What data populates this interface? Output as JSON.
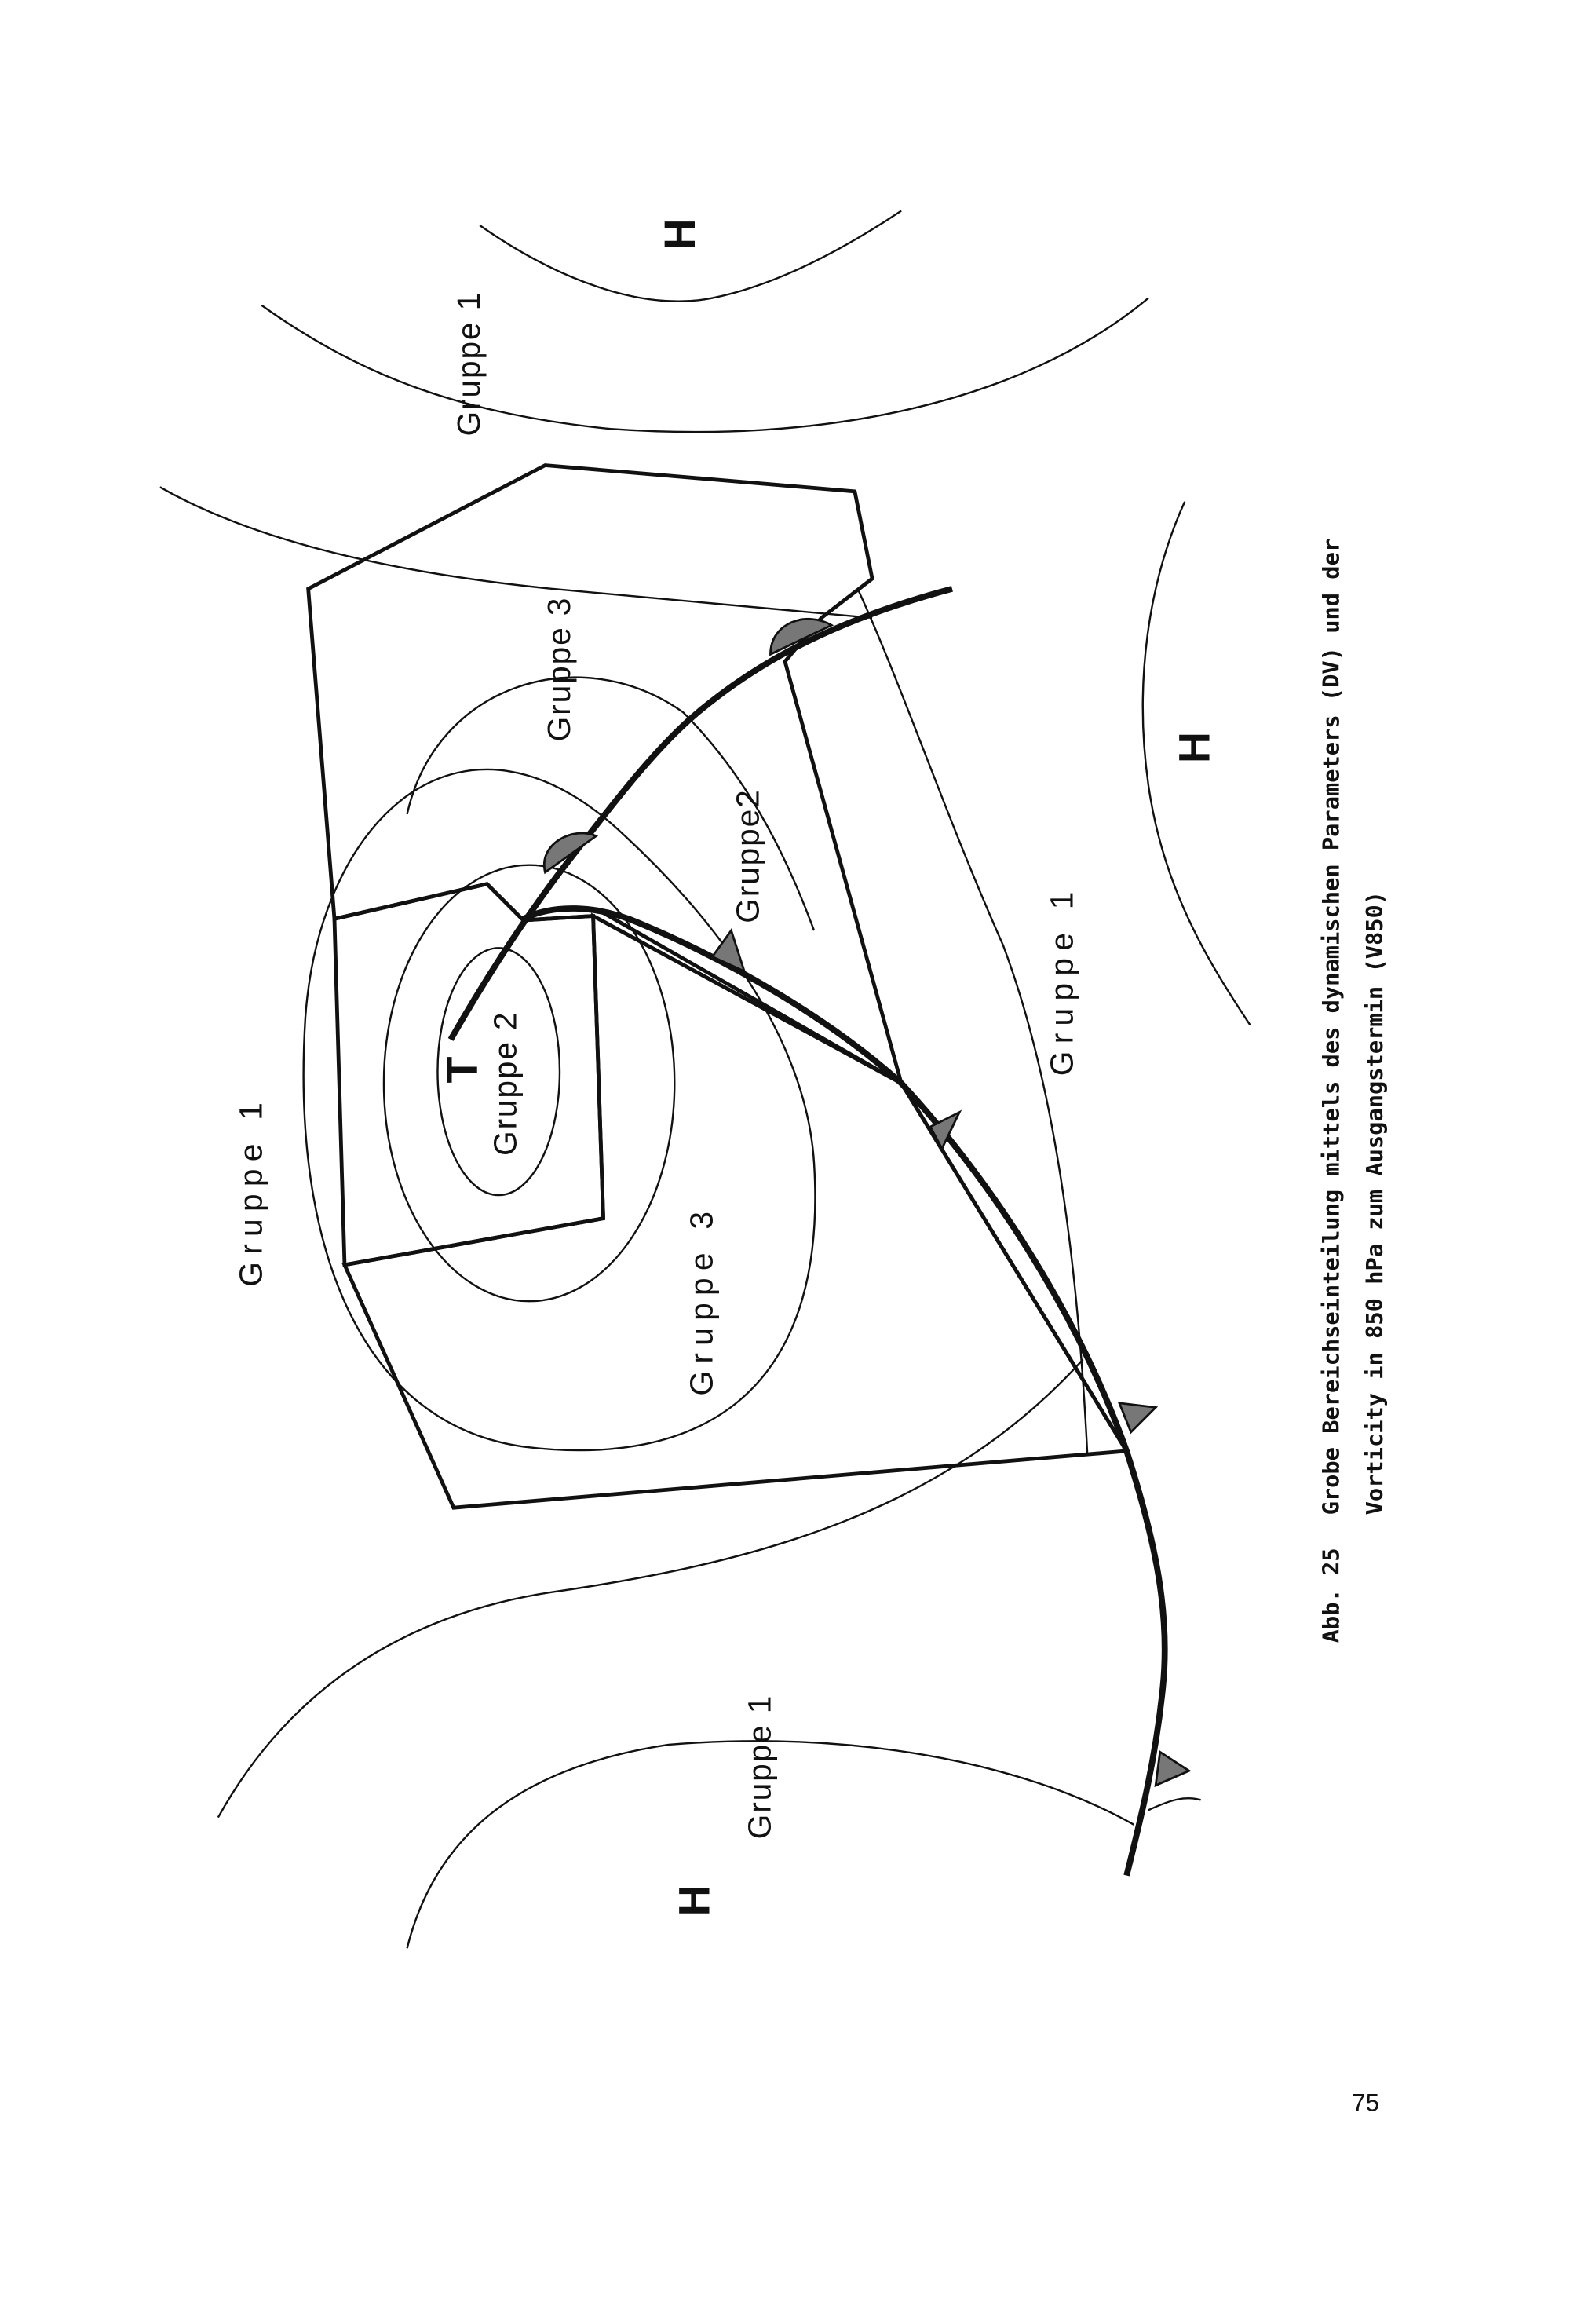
{
  "diagram": {
    "labels": {
      "gruppe1_top": "Gruppe 1",
      "gruppe3_upper": "Gruppe 3",
      "gruppe2_mid": "Gruppe2",
      "gruppe2_center": "Gruppe 2",
      "gruppe3_lower": "Gruppe 3",
      "gruppe1_left": "Gruppe 1",
      "gruppe1_right": "Gruppe 1",
      "gruppe1_bottom": "Gruppe 1",
      "low_center": "T",
      "high_top": "H",
      "high_right": "H",
      "high_bottom": "H"
    }
  },
  "caption": {
    "figure_number": "Abb. 25",
    "line1": "Grobe Bereichseinteilung mittels des dynamischen Parameters (DV) und der",
    "line2": "Vorticity in 850 hPa zum Ausgangstermin (V850)"
  },
  "page_number": "75"
}
